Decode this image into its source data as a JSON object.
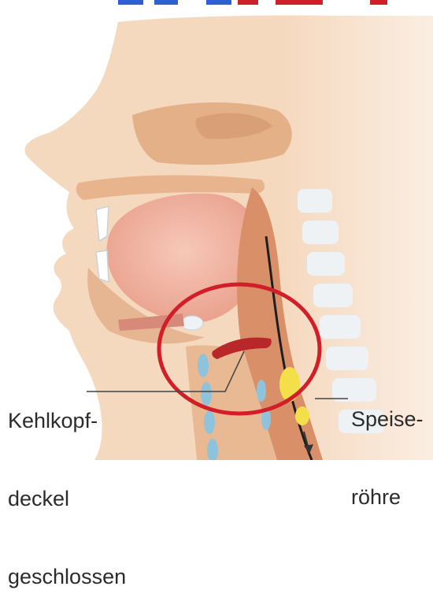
{
  "labels": {
    "epiglottis": {
      "lines": [
        "Kehlkopf-",
        "deckel",
        "geschlossen"
      ]
    },
    "esophagus": {
      "lines": [
        "Speise-",
        "röhre"
      ]
    }
  },
  "colors": {
    "highlight_circle": "#d11f2a",
    "skin": "#f5d9bf",
    "tissue": "#e9b994",
    "mouth_cavity": "#f2b9a5",
    "epiglottis": "#b8282a",
    "trachea_rings": "#8fc3dc",
    "food_bolus": "#f3df4a",
    "vertebrae": "#eef2f4",
    "header_bar": "#2f5fd0"
  }
}
